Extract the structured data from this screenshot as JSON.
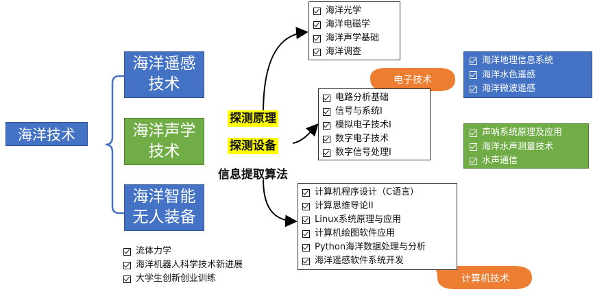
{
  "root": {
    "label": "海洋技术"
  },
  "branches": [
    {
      "line1": "海洋遥感",
      "line2": "技术"
    },
    {
      "line1": "海洋声学",
      "line2": "技术"
    },
    {
      "line1": "海洋智能",
      "line2": "无人装备"
    }
  ],
  "middle_labels": {
    "principle": "探测原理",
    "equipment": "探测设备",
    "algorithm": "信息提取算法"
  },
  "principle_courses": [
    "海洋光学",
    "海洋电磁学",
    "海洋声学基础",
    "海洋调查"
  ],
  "electronics_courses": [
    "电路分析基础",
    "信号与系统I",
    "模拟电子技术I",
    "数字电子技术",
    "数字信号处理I"
  ],
  "computer_courses": [
    "计算机程序设计（C语言）",
    "计算思维导论II",
    "Linux系统原理与应用",
    "计算机绘图软件应用",
    "Python海洋数据处理与分析",
    "海洋遥感软件系统开发"
  ],
  "remote_sensing_courses": [
    "海洋地理信息系统",
    "海洋水色遥感",
    "海洋微波遥感"
  ],
  "acoustics_courses": [
    "声呐系统原理及应用",
    "海洋水声测量技术",
    "水声通信"
  ],
  "general_courses": [
    "流体力学",
    "海洋机器人科学技术新进展",
    "大学生创新创业训练"
  ],
  "callouts": {
    "electronics": "电子技术",
    "computer": "计算机技术"
  },
  "colors": {
    "blue": "#4472c4",
    "green": "#70ad47",
    "orange": "#ed7d31",
    "yellow": "#ffff00",
    "bracket": "#4472c4"
  }
}
